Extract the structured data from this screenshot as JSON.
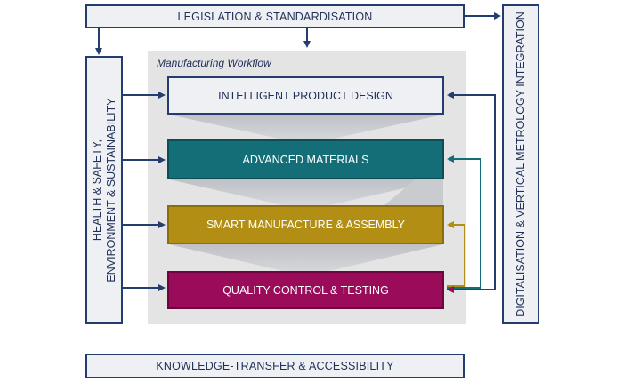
{
  "top_bar": {
    "label": "LEGISLATION & STANDARDISATION"
  },
  "left_bar": {
    "line1": "HEALTH & SAFETY,",
    "line2": "ENVIRONMENT & SUSTAINABILITY"
  },
  "right_bar": {
    "label": "DIGITALISATION & VERTICAL METROLOGY INTEGRATION"
  },
  "bottom_bar": {
    "label": "KNOWLEDGE-TRANSFER & ACCESSIBILITY"
  },
  "workflow": {
    "title": "Manufacturing Workflow",
    "stages": [
      {
        "label": "INTELLIGENT PRODUCT DESIGN",
        "color": "#eef0f3"
      },
      {
        "label": "ADVANCED MATERIALS",
        "color": "#146e78"
      },
      {
        "label": "SMART MANUFACTURE & ASSEMBLY",
        "color": "#b28e14"
      },
      {
        "label": "QUALITY CONTROL & TESTING",
        "color": "#9a0b5a"
      }
    ]
  },
  "colors": {
    "navy": "#253d6e",
    "teal": "#146e78",
    "gold": "#b28e14",
    "magenta": "#9a0b5a"
  }
}
